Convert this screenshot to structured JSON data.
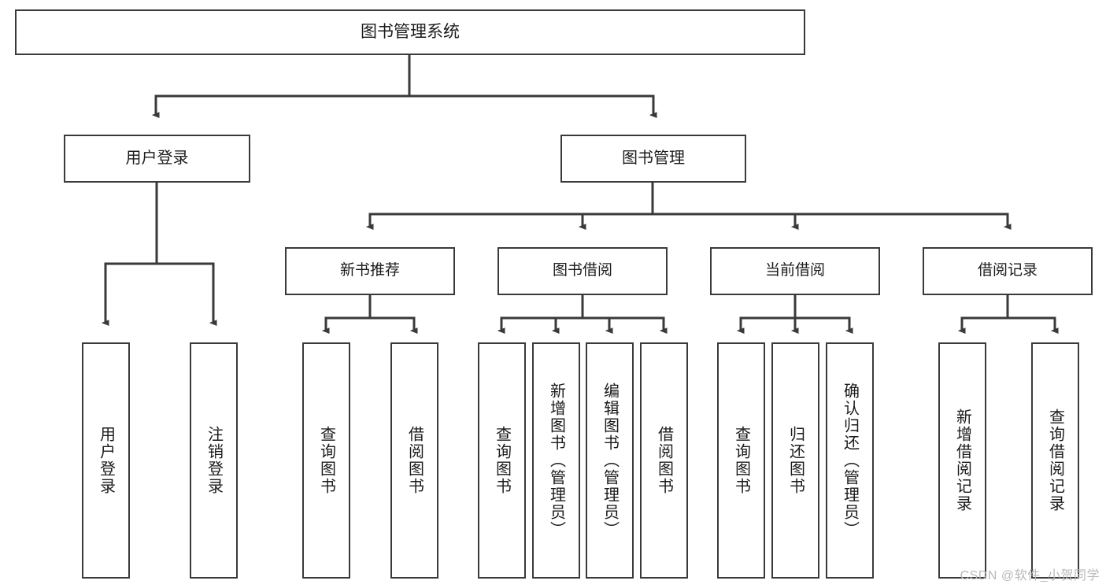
{
  "diagram": {
    "title": "图书管理系统",
    "type": "tree",
    "root": {
      "label": "图书管理系统"
    },
    "level1": [
      {
        "label": "用户登录"
      },
      {
        "label": "图书管理"
      }
    ],
    "level2": [
      {
        "label": "新书推荐"
      },
      {
        "label": "图书借阅"
      },
      {
        "label": "当前借阅"
      },
      {
        "label": "借阅记录"
      }
    ],
    "leaves": [
      {
        "label": "用户登录"
      },
      {
        "label": "注销登录"
      },
      {
        "label": "查询图书"
      },
      {
        "label": "借阅图书"
      },
      {
        "label": "查询图书"
      },
      {
        "label": "新增图书（管理员）"
      },
      {
        "label": "编辑图书（管理员）"
      },
      {
        "label": "借阅图书"
      },
      {
        "label": "查询图书"
      },
      {
        "label": "归还图书"
      },
      {
        "label": "确认归还（管理员）"
      },
      {
        "label": "新增借阅记录"
      },
      {
        "label": "查询借阅记录"
      }
    ],
    "colors": {
      "stroke": "#3a3a3a",
      "fill": "#ffffff",
      "text": "#1b1b1b",
      "watermark": "#b9b9b9"
    }
  },
  "watermark": {
    "text": "CSDN @软件_小贺同学"
  }
}
